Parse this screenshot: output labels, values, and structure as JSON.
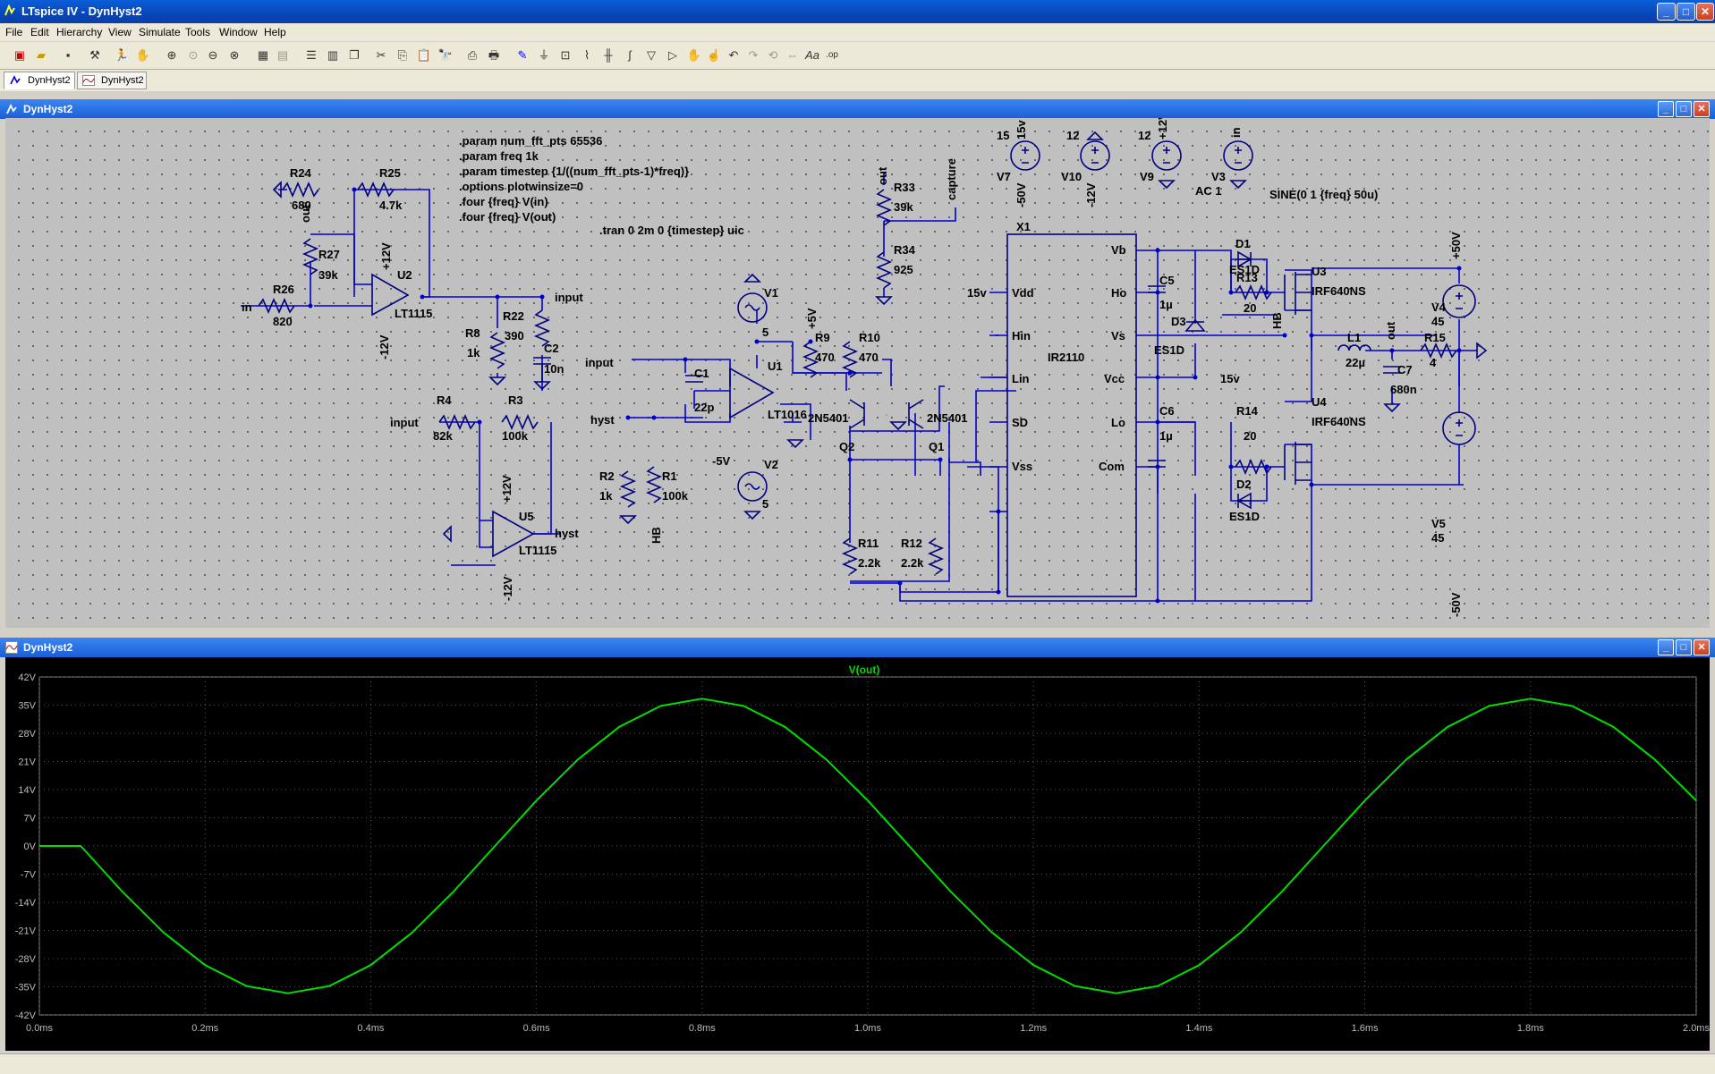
{
  "app": {
    "title": "LTspice IV - DynHyst2",
    "menus": [
      "File",
      "Edit",
      "Hierarchy",
      "View",
      "Simulate",
      "Tools",
      "Window",
      "Help"
    ],
    "tabs": [
      "DynHyst2",
      "DynHyst2"
    ]
  },
  "schematic_window": {
    "title": "DynHyst2"
  },
  "waveform_window": {
    "title": "DynHyst2"
  },
  "directives": [
    ".param num_fft_pts 65536",
    ".param freq 1k",
    ".param timestep {1/((num_fft_pts-1)*freq)}",
    ".options plotwinsize=0",
    ".four {freq} V(in)",
    ".four {freq} V(out)",
    ".tran 0 2m 0 {timestep} uic"
  ],
  "labels": {
    "R24": "R24",
    "v680": "680",
    "R25": "R25",
    "v4k7": "4.7k",
    "out1": "out",
    "R27": "R27",
    "v39k_a": "39k",
    "p12_u2": "+12V",
    "U2": "U2",
    "LT1115_a": "LT1115",
    "m12_u2": "-12V",
    "in1": "in",
    "R26": "R26",
    "v820": "820",
    "input_net": "input",
    "R8": "R8",
    "v1k_a": "1k",
    "R22": "R22",
    "v390": "390",
    "C2": "C2",
    "v10n": "10n",
    "input2": "input",
    "R4": "R4",
    "v82k": "82k",
    "R3": "R3",
    "v100k_a": "100k",
    "p12_u5": "+12V",
    "U5": "U5",
    "LT1115_b": "LT1115",
    "hyst_out": "hyst",
    "m12_u5": "-12V",
    "input3": "input",
    "C1": "C1",
    "v22p": "22p",
    "hyst_in": "hyst",
    "R2": "R2",
    "v1k_b": "1k",
    "R1": "R1",
    "v100k_b": "100k",
    "HB1": "HB",
    "V1": "V1",
    "v5_a": "5",
    "p5v": "+5V",
    "U1": "U1",
    "LT1016": "LT1016",
    "m5v": "-5V",
    "V2": "V2",
    "v5_b": "5",
    "R9": "R9",
    "v470_a": "470",
    "R10": "R10",
    "v470_b": "470",
    "Q2t": "2N5401",
    "Q2": "Q2",
    "Q1t": "2N5401",
    "Q1": "Q1",
    "R11": "R11",
    "v2k2_a": "2.2k",
    "R12": "R12",
    "v2k2_b": "2.2k",
    "out2": "out",
    "R33": "R33",
    "v39k_b": "39k",
    "capture": "capture",
    "R34": "R34",
    "v925": "925",
    "v15": "15",
    "p15v": "15v",
    "m50v_a": "-50V",
    "V7": "V7",
    "v12_a": "12",
    "m12v": "-12V",
    "V10": "V10",
    "v12_b": "12",
    "p12v": "+12V",
    "V9": "V9",
    "in2": "in",
    "V3": "V3",
    "AC1": "AC 1",
    "sine": "SINE(0 1 {freq} 50u)",
    "X1": "X1",
    "Vdd_net": "15v",
    "Vdd": "Vdd",
    "Hin": "Hin",
    "Lin": "Lin",
    "SD": "SD",
    "Vss": "Vss",
    "Vb": "Vb",
    "Ho": "Ho",
    "Vs": "Vs",
    "Vcc": "Vcc",
    "Lo": "Lo",
    "Com": "Com",
    "IR2110": "IR2110",
    "C5": "C5",
    "v1u_a": "1µ",
    "D3": "D3",
    "ES1D_c": "ES1D",
    "vcc_net": "15v",
    "C6": "C6",
    "v1u_b": "1µ",
    "D1": "D1",
    "ES1D_a": "ES1D",
    "R13": "R13",
    "v20_a": "20",
    "HB2": "HB",
    "U3": "U3",
    "IRF_a": "IRF640NS",
    "R14": "R14",
    "v20_b": "20",
    "D2": "D2",
    "ES1D_b": "ES1D",
    "U4": "U4",
    "IRF_b": "IRF640NS",
    "L1": "L1",
    "v22u": "22µ",
    "out3": "out",
    "R15": "R15",
    "v4": "4",
    "C7": "C7",
    "v680n": "680n",
    "p50v": "+50V",
    "V4": "V4",
    "v45_a": "45",
    "V5": "V5",
    "v45_b": "45",
    "m50v_b": "-50V"
  },
  "chart_data": {
    "type": "line",
    "title": "V(out)",
    "xlabel": "",
    "ylabel": "",
    "xlim": [
      0.0,
      2.0
    ],
    "ylim": [
      -42,
      42
    ],
    "x_ticks": [
      "0.0ms",
      "0.2ms",
      "0.4ms",
      "0.6ms",
      "0.8ms",
      "1.0ms",
      "1.2ms",
      "1.4ms",
      "1.6ms",
      "1.8ms",
      "2.0ms"
    ],
    "y_ticks": [
      "42V",
      "35V",
      "28V",
      "21V",
      "14V",
      "7V",
      "0V",
      "-7V",
      "-14V",
      "-21V",
      "-28V",
      "-35V",
      "-42V"
    ],
    "grid": true,
    "series": [
      {
        "name": "V(out)",
        "color": "#00dd00",
        "x": [
          0.0,
          0.05,
          0.1,
          0.15,
          0.2,
          0.25,
          0.3,
          0.35,
          0.4,
          0.45,
          0.5,
          0.55,
          0.6,
          0.65,
          0.7,
          0.75,
          0.8,
          0.85,
          0.9,
          0.95,
          1.0,
          1.05,
          1.1,
          1.15,
          1.2,
          1.25,
          1.3,
          1.35,
          1.4,
          1.45,
          1.5,
          1.55,
          1.6,
          1.65,
          1.7,
          1.75,
          1.8,
          1.85,
          1.9,
          1.95,
          2.0
        ],
        "y": [
          0.0,
          0.0,
          -11.3,
          -21.5,
          -29.6,
          -34.8,
          -36.6,
          -34.8,
          -29.6,
          -21.5,
          -11.3,
          0.0,
          11.3,
          21.5,
          29.6,
          34.8,
          36.6,
          34.8,
          29.6,
          21.5,
          11.3,
          0.0,
          -11.3,
          -21.5,
          -29.6,
          -34.8,
          -36.6,
          -34.8,
          -29.6,
          -21.5,
          -11.3,
          0.0,
          11.3,
          21.5,
          29.6,
          34.8,
          36.6,
          34.8,
          29.6,
          21.5,
          11.3
        ]
      }
    ]
  },
  "colors": {
    "wire": "#0000cc",
    "component": "#000080",
    "grid": "#555555",
    "trace": "#00dd00",
    "axis_text": "#bbbbbb"
  }
}
